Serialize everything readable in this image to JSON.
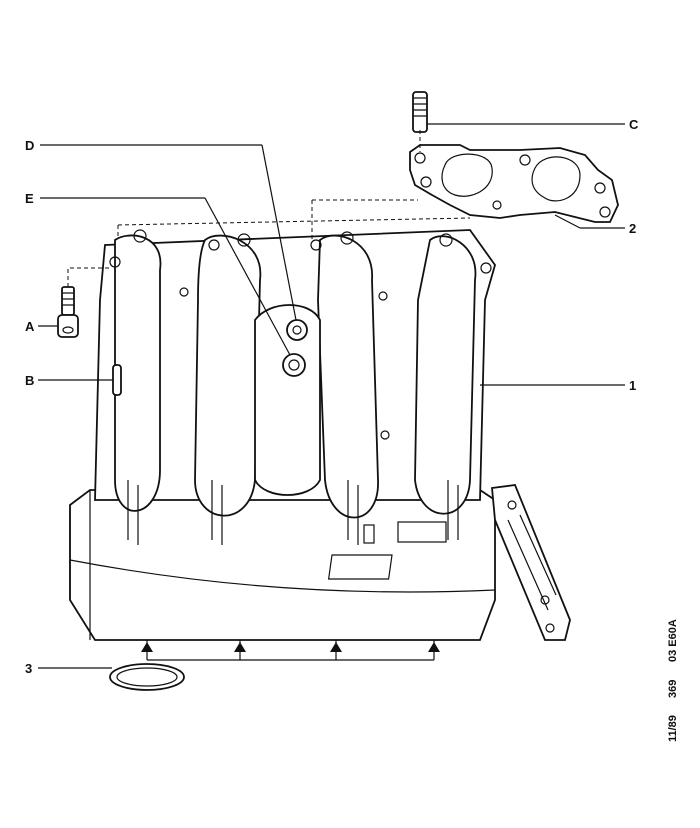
{
  "callouts": {
    "A": "A",
    "B": "B",
    "C": "C",
    "D": "D",
    "E": "E",
    "one": "1",
    "two": "2",
    "three": "3"
  },
  "reference": {
    "date_code": "11/89",
    "page": "369",
    "figure_code": "03 E60A"
  },
  "colors": {
    "ink": "#111111",
    "paper": "#ffffff"
  }
}
